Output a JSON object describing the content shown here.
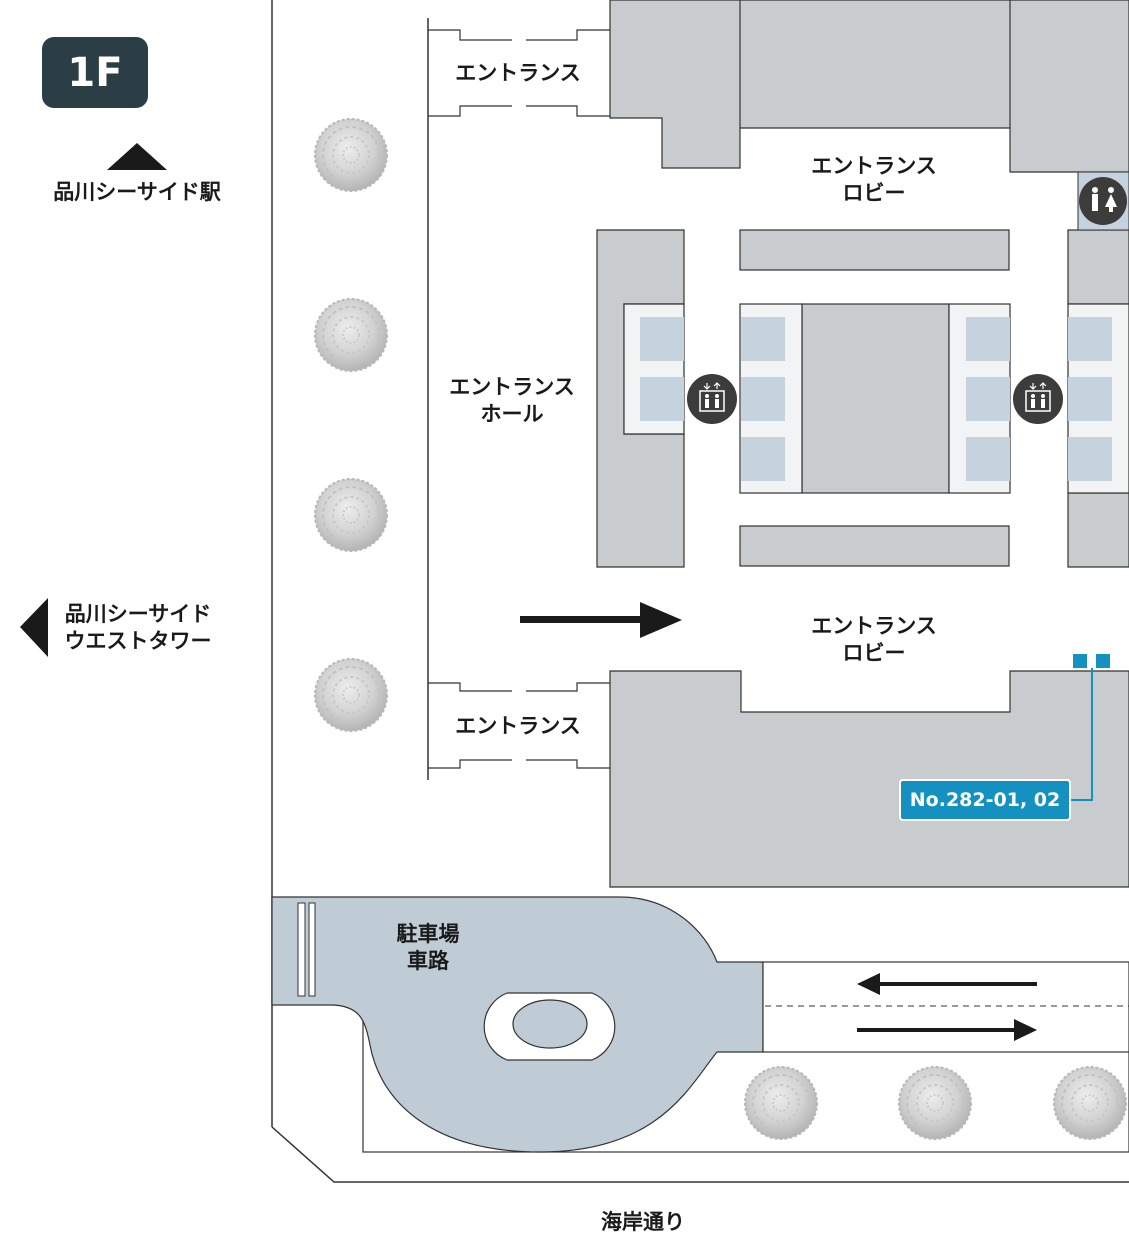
{
  "floor": "1F",
  "directions": {
    "north_station": "品川シーサイド駅",
    "west_tower_line1": "品川シーサイド",
    "west_tower_line2": "ウエストタワー",
    "south_street": "海岸通り"
  },
  "labels": {
    "entrance_top": "エントランス",
    "entrance_bottom": "エントランス",
    "lobby_top_line1": "エントランス",
    "lobby_top_line2": "ロビー",
    "hall_line1": "エントランス",
    "hall_line2": "ホール",
    "lobby_bottom_line1": "エントランス",
    "lobby_bottom_line2": "ロビー",
    "parking_line1": "駐車場",
    "parking_line2": "車路"
  },
  "callout": {
    "unit": "No.282-01, 02"
  },
  "icons": [
    "restroom-icon",
    "elevator-icon",
    "tree-icon",
    "arrow-icon"
  ],
  "colors": {
    "building": "#c9ccce",
    "elevator_cab": "#c5d3de",
    "parking": "#bfccd6",
    "accent": "#1591c1",
    "badge": "#2c3e45",
    "icon_dark": "#3c3c3c"
  }
}
